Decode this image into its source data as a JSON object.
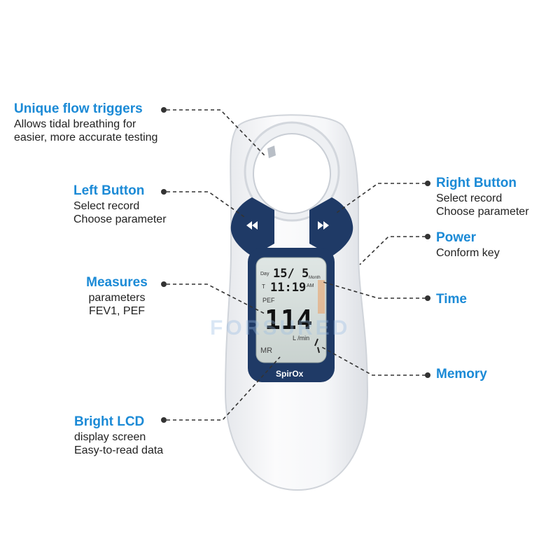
{
  "colors": {
    "title": "#1b8ad6",
    "body_text": "#222222",
    "leader_line": "#333333",
    "device_body": "#f4f5f7",
    "device_button": "#1f3a66",
    "lcd_bezel": "#1f3a66",
    "lcd_screen": "#d7dedb"
  },
  "callouts": {
    "flow_triggers": {
      "title": "Unique flow triggers",
      "lines": [
        "Allows tidal breathing for",
        "easier, more accurate testing"
      ]
    },
    "left_button": {
      "title": "Left Button",
      "lines": [
        "Select record",
        "Choose parameter"
      ]
    },
    "measures": {
      "title": "Measures",
      "lines": [
        "parameters",
        "FEV1, PEF"
      ]
    },
    "bright_lcd": {
      "title": "Bright LCD",
      "lines": [
        "display screen",
        "Easy-to-read data"
      ]
    },
    "right_button": {
      "title": "Right Button",
      "lines": [
        "Select record",
        "Choose parameter"
      ]
    },
    "power": {
      "title": "Power",
      "lines": [
        "Conform key"
      ]
    },
    "time": {
      "title": "Time"
    },
    "memory": {
      "title": "Memory"
    }
  },
  "device": {
    "brand": "SpirOx",
    "watermark": "FORSURED",
    "lcd": {
      "day_label": "Day",
      "month_label": "Month",
      "date": "15/ 5",
      "t_label": "T",
      "clock": "11:19",
      "am_pm": "AM",
      "param": "PEF",
      "reading": "114",
      "unit": "L /min",
      "mr_label": "MR"
    },
    "left_button_icon": "rewind-icon",
    "right_button_icon": "fast-forward-icon"
  }
}
